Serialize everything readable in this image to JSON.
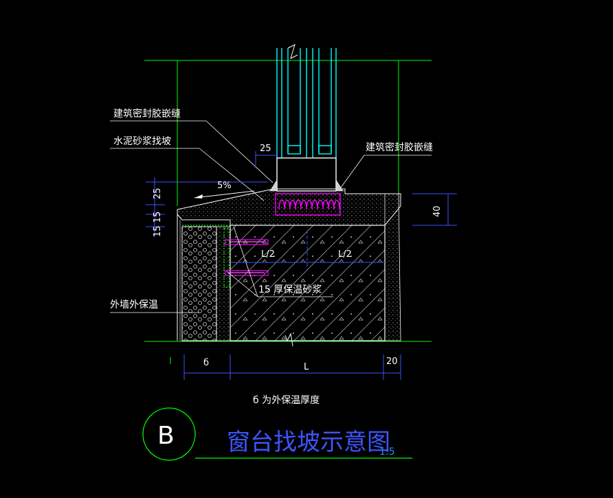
{
  "labels": {
    "sealant_left": "建筑密封胶嵌缝",
    "mortar_slope": "水泥砂浆找坡",
    "sealant_right": "建筑密封胶嵌缝",
    "ext_insulation": "外墙外保温",
    "insulation_mortar": "15  厚保温砂浆",
    "slope_pct": "5%",
    "half_left": "L/2",
    "half_right": "L/2"
  },
  "dimensions": {
    "d25_top": "25",
    "d25_left": "25",
    "d15_15": "15 15",
    "d40": "40",
    "d_delta": "б",
    "d_L": "L",
    "d20": "20"
  },
  "note": "б 为外保温厚度",
  "title_block": {
    "symbol": "B",
    "title": "窗台找坡示意图",
    "scale": "1:5"
  },
  "colors": {
    "background": "#000000",
    "wall_lines": "#00ff00",
    "window_frame": "#00ffff",
    "gasket": "#ff00ff",
    "dimension": "#3d55ff",
    "title": "#3d55ff",
    "hatch": "#ffffff"
  }
}
